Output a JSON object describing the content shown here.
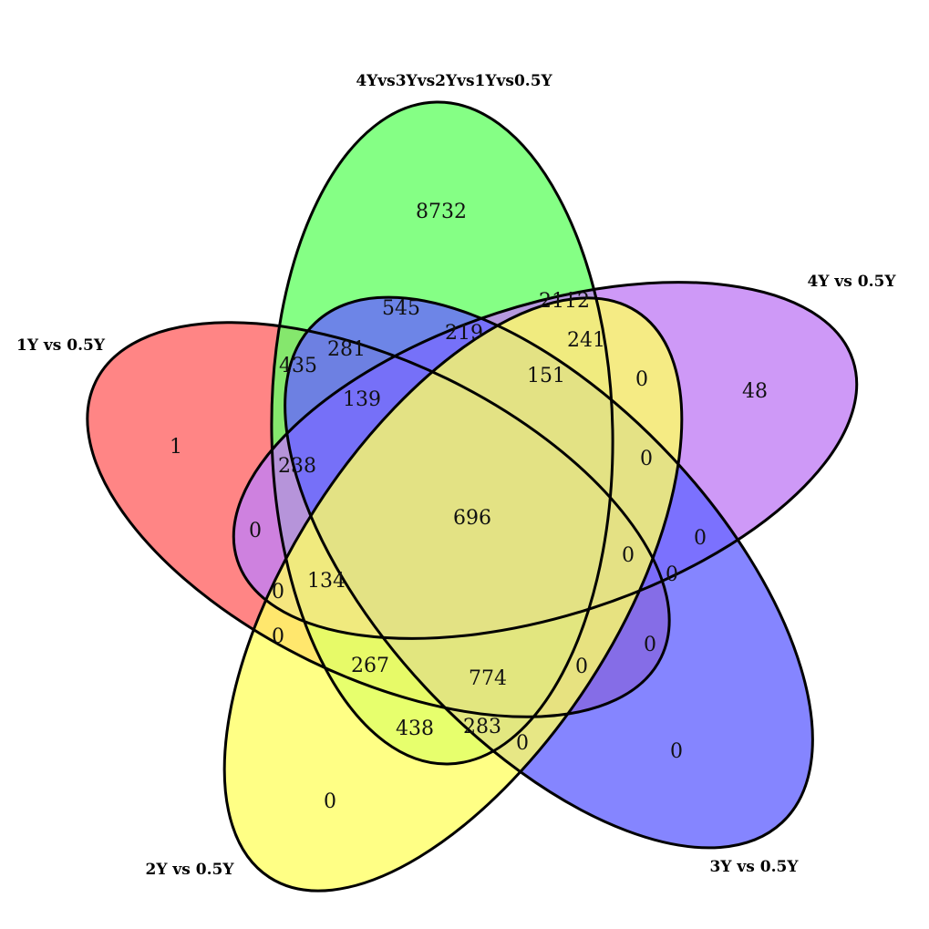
{
  "diagram": {
    "type": "venn-5",
    "sets": [
      {
        "id": "s1y",
        "label": "1Y vs 0.5Y",
        "color": "#ff6666"
      },
      {
        "id": "s4ycombo",
        "label": "4Yvs3Yvs2Yvs1Yvs0.5Y",
        "color": "#66ff66"
      },
      {
        "id": "s4y",
        "label": "4Y vs 0.5Y",
        "color": "#c280f5"
      },
      {
        "id": "s3y",
        "label": "3Y vs 0.5Y",
        "color": "#6666ff"
      },
      {
        "id": "s2y",
        "label": "2Y vs 0.5Y",
        "color": "#ffff66"
      }
    ],
    "regions": [
      {
        "id": "only-1y",
        "count": "1"
      },
      {
        "id": "only-4ycombo",
        "count": "8732"
      },
      {
        "id": "only-4y",
        "count": "48"
      },
      {
        "id": "only-3y",
        "count": "0"
      },
      {
        "id": "only-2y",
        "count": "0"
      },
      {
        "id": "r-545",
        "count": "545"
      },
      {
        "id": "r-2112",
        "count": "2112"
      },
      {
        "id": "r-219",
        "count": "219"
      },
      {
        "id": "r-241",
        "count": "241"
      },
      {
        "id": "r-435",
        "count": "435"
      },
      {
        "id": "r-281",
        "count": "281"
      },
      {
        "id": "r-151",
        "count": "151"
      },
      {
        "id": "r-0-a",
        "count": "0"
      },
      {
        "id": "r-139",
        "count": "139"
      },
      {
        "id": "r-238",
        "count": "238"
      },
      {
        "id": "r-0-b",
        "count": "0"
      },
      {
        "id": "r-696",
        "count": "696"
      },
      {
        "id": "r-0-c",
        "count": "0"
      },
      {
        "id": "r-0-d",
        "count": "0"
      },
      {
        "id": "r-0-e",
        "count": "0"
      },
      {
        "id": "r-0-f",
        "count": "0"
      },
      {
        "id": "r-134",
        "count": "134"
      },
      {
        "id": "r-0-g",
        "count": "0"
      },
      {
        "id": "r-0-h",
        "count": "0"
      },
      {
        "id": "r-0-i",
        "count": "0"
      },
      {
        "id": "r-267",
        "count": "267"
      },
      {
        "id": "r-774",
        "count": "774"
      },
      {
        "id": "r-0-j",
        "count": "0"
      },
      {
        "id": "r-438",
        "count": "438"
      },
      {
        "id": "r-283",
        "count": "283"
      },
      {
        "id": "r-0-k",
        "count": "0"
      }
    ]
  }
}
